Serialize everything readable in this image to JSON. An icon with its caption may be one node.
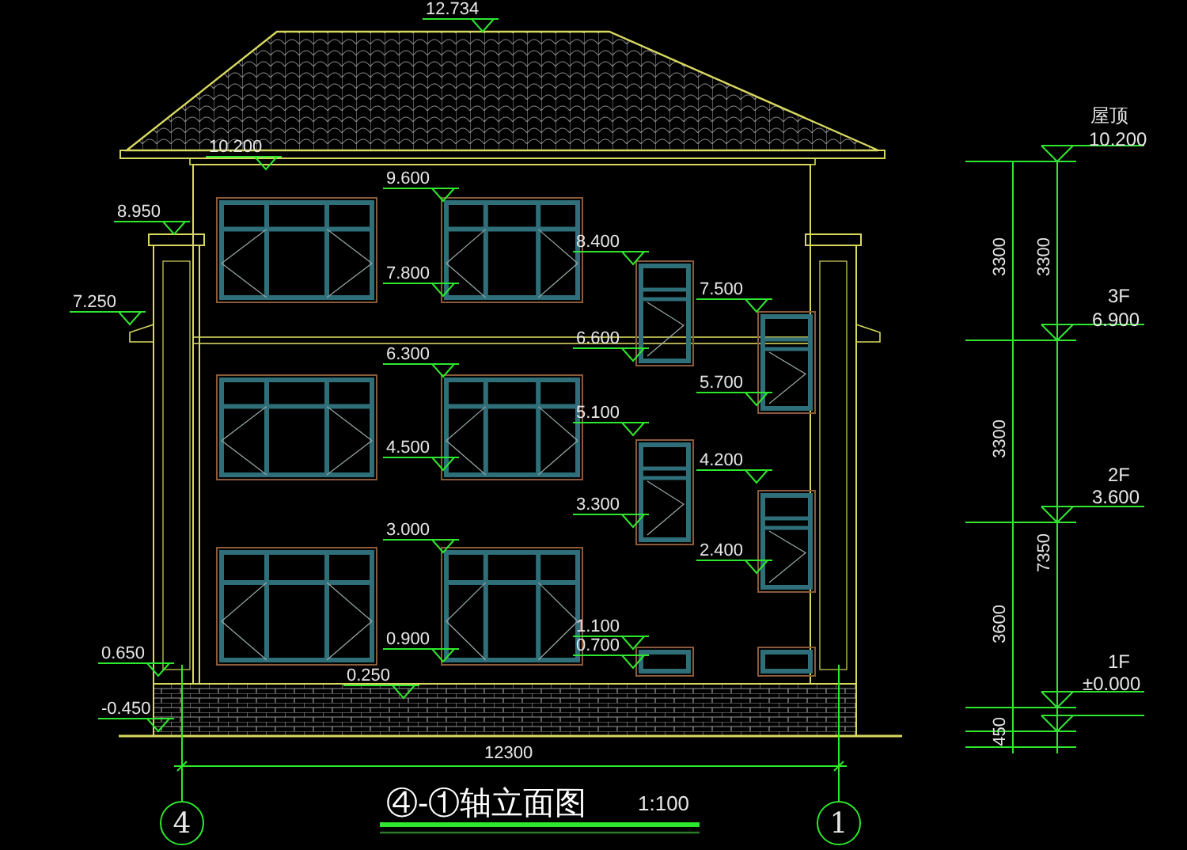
{
  "diagram": {
    "title": "④-①轴立面图",
    "nodes": [
      {
        "text": [
          "4"
        ]
      },
      {
        "text": [
          "1"
        ]
      }
    ],
    "labels": [
      "12.734",
      "10.200",
      "9.600",
      "8.950",
      "8.400",
      "7.800",
      "7.500",
      "7.250",
      "6.600",
      "6.300",
      "5.700",
      "5.100",
      "4.500",
      "4.200",
      "3.300",
      "3.000",
      "2.400",
      "1.100",
      "0.900",
      "0.700",
      "0.650",
      "0.250",
      "-0.450",
      "12300",
      "屋顶",
      "10.200",
      "3300",
      "3300",
      "3F",
      "6.900",
      "3300",
      "2F",
      "3.600",
      "7350",
      "3600",
      "1F",
      "±0.000",
      "450",
      "1:100"
    ]
  }
}
